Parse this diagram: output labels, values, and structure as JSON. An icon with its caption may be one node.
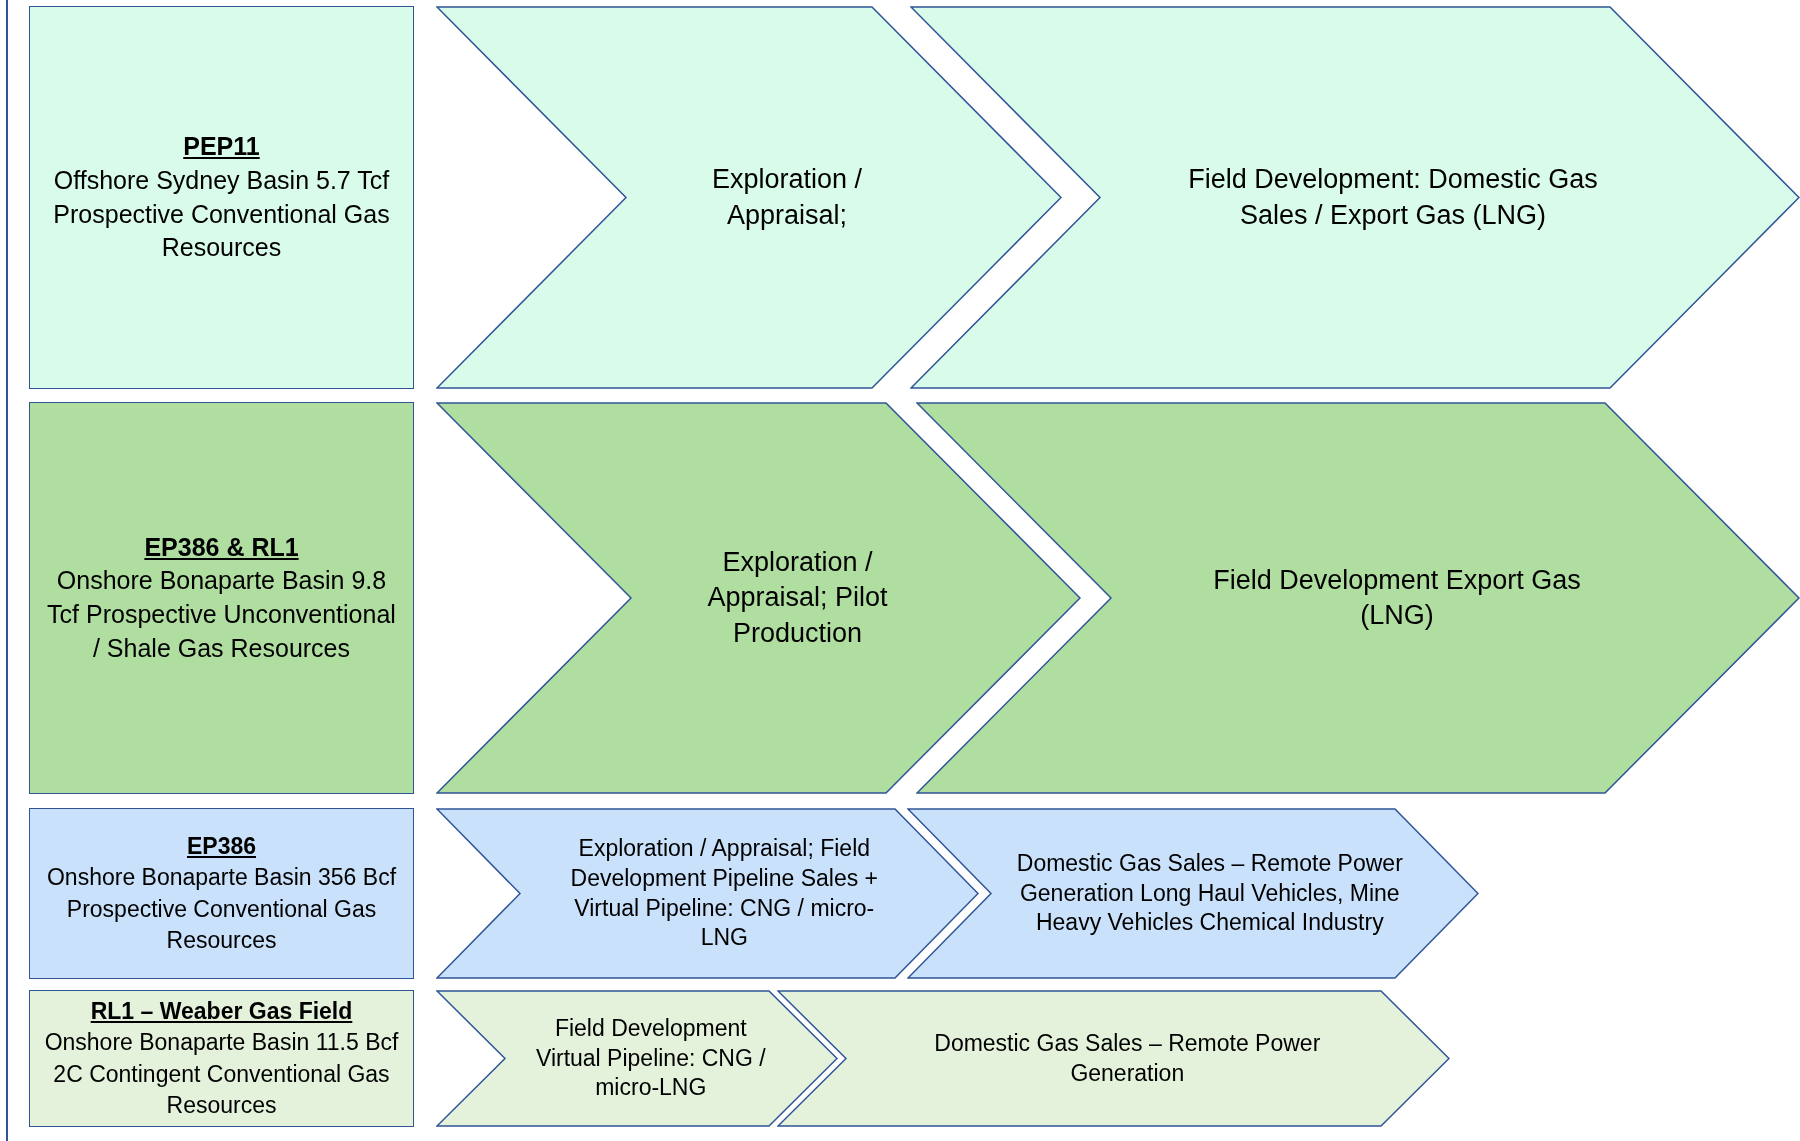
{
  "diagram": {
    "nodes": [
      {
        "text": [
          "PEP11",
          "Offshore Sydney Basin 5.7 Tcf Prospective Conventional Gas Resources"
        ]
      },
      {
        "text": [
          "Exploration / Appraisal;"
        ]
      },
      {
        "text": [
          "Field Development: Domestic Gas Sales / Export Gas (LNG)"
        ]
      },
      {
        "text": [
          "EP386 & RL1",
          "Onshore Bonaparte Basin 9.8 Tcf Prospective Unconventional / Shale Gas Resources"
        ]
      },
      {
        "text": [
          "Exploration / Appraisal; Pilot Production"
        ]
      },
      {
        "text": [
          "Field Development Export Gas (LNG)"
        ]
      },
      {
        "text": [
          "EP386",
          "Onshore Bonaparte Basin 356 Bcf Prospective Conventional Gas Resources"
        ]
      },
      {
        "text": [
          "Exploration / Appraisal; Field Development Pipeline Sales + Virtual Pipeline: CNG / micro-LNG"
        ]
      },
      {
        "text": [
          "Domestic Gas Sales – Remote Power Generation Long Haul Vehicles, Mine Heavy Vehicles Chemical Industry"
        ]
      },
      {
        "text": [
          "RL1 – Weaber Gas Field",
          "Onshore Bonaparte Basin 11.5 Bcf 2C Contingent Conventional Gas Resources"
        ]
      },
      {
        "text": [
          "Field Development Virtual Pipeline: CNG / micro-LNG"
        ]
      },
      {
        "text": [
          "Domestic Gas Sales – Remote Power Generation"
        ]
      }
    ],
    "edges": []
  }
}
